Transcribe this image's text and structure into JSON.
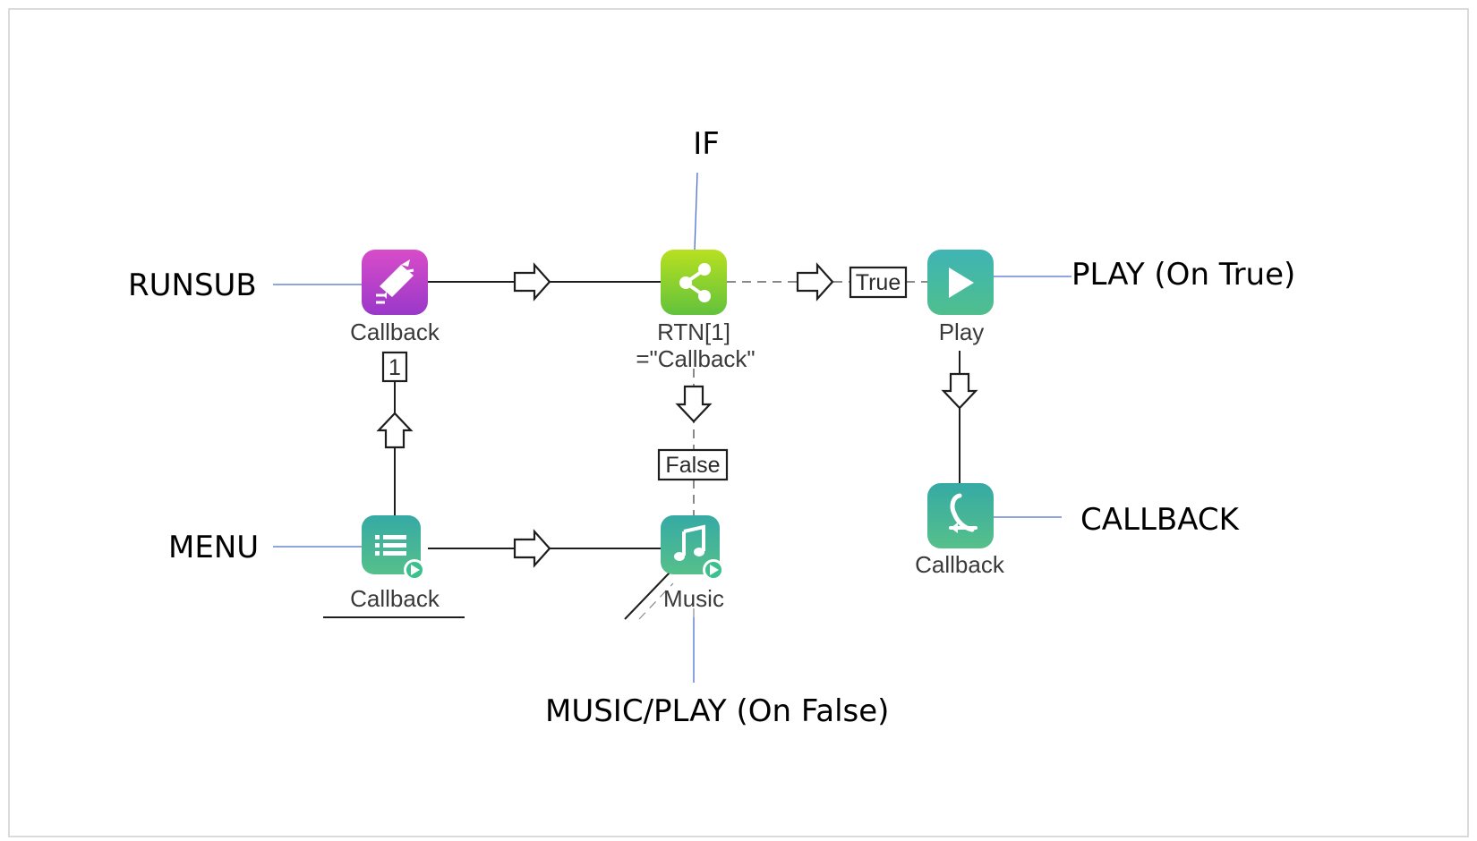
{
  "callouts": {
    "if": "IF",
    "runsub": "RUNSUB",
    "play_true": "PLAY (On True)",
    "menu": "MENU",
    "callback": "CALLBACK",
    "music_false": "MUSIC/PLAY (On False)"
  },
  "nodes": {
    "runsub": {
      "label": "Callback",
      "icon": "run-subroutine-icon",
      "color_top": "#d84cc9",
      "color_bottom": "#9a38c9"
    },
    "if": {
      "label_line1": "RTN[1]",
      "label_line2": "=\"Callback\"",
      "icon": "branch-icon",
      "color_top": "#b8e020",
      "color_bottom": "#62c23c"
    },
    "play": {
      "label": "Play",
      "icon": "play-icon",
      "color_top": "#3fb4b4",
      "color_bottom": "#2b9a9e"
    },
    "menu": {
      "label": "Callback",
      "icon": "menu-list-icon",
      "color_top": "#35aaa5",
      "color_bottom": "#2c8f9d"
    },
    "music": {
      "label": "Music",
      "icon": "music-note-icon",
      "color_top": "#3fb0a8",
      "color_bottom": "#2c8f9d"
    },
    "callback": {
      "label": "Callback",
      "icon": "callback-phone-icon",
      "color_top": "#3fb0a8",
      "color_bottom": "#2c8f9d"
    }
  },
  "tags": {
    "one": "1",
    "true": "True",
    "false": "False"
  }
}
